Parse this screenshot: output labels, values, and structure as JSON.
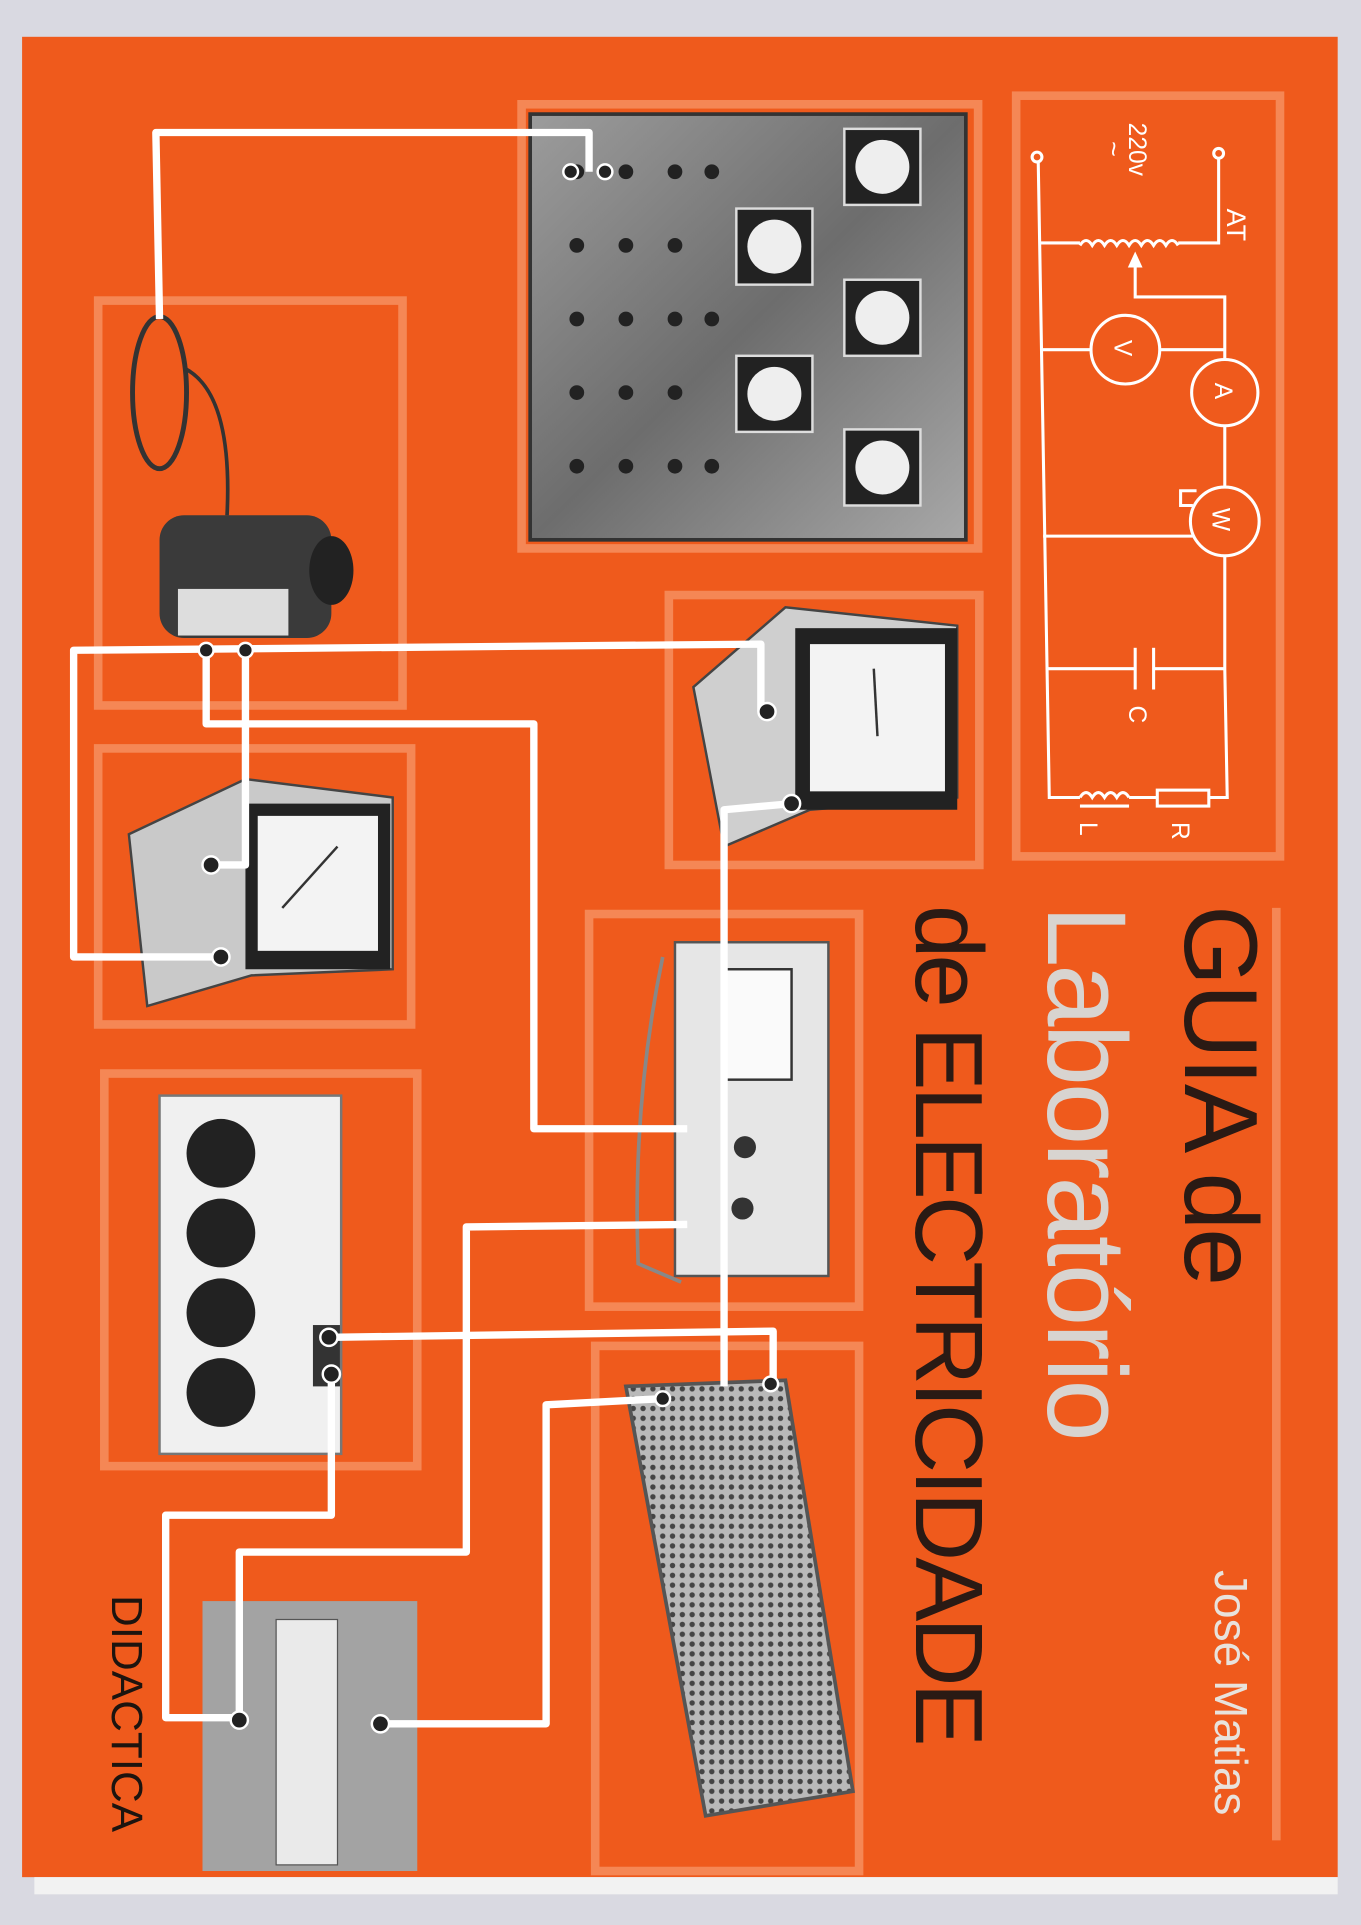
{
  "cover": {
    "title_line1": "GUIA de",
    "title_line2": "Laboratório",
    "title_line3": "de ELECTRICIDADE",
    "author": "José Matias",
    "publisher": "DIDACTICA"
  },
  "circuit": {
    "supply": "220v",
    "ac_symbol": "~",
    "autotransformer": "AT",
    "voltmeter": "V",
    "ammeter": "A",
    "wattmeter": "W",
    "capacitor": "C",
    "inductor": "L",
    "resistor": "R"
  },
  "colors": {
    "cover": "#ef5a1c",
    "frame": "#f58755",
    "title_dark": "#2a1a14",
    "title_light": "#d8d4d0"
  }
}
